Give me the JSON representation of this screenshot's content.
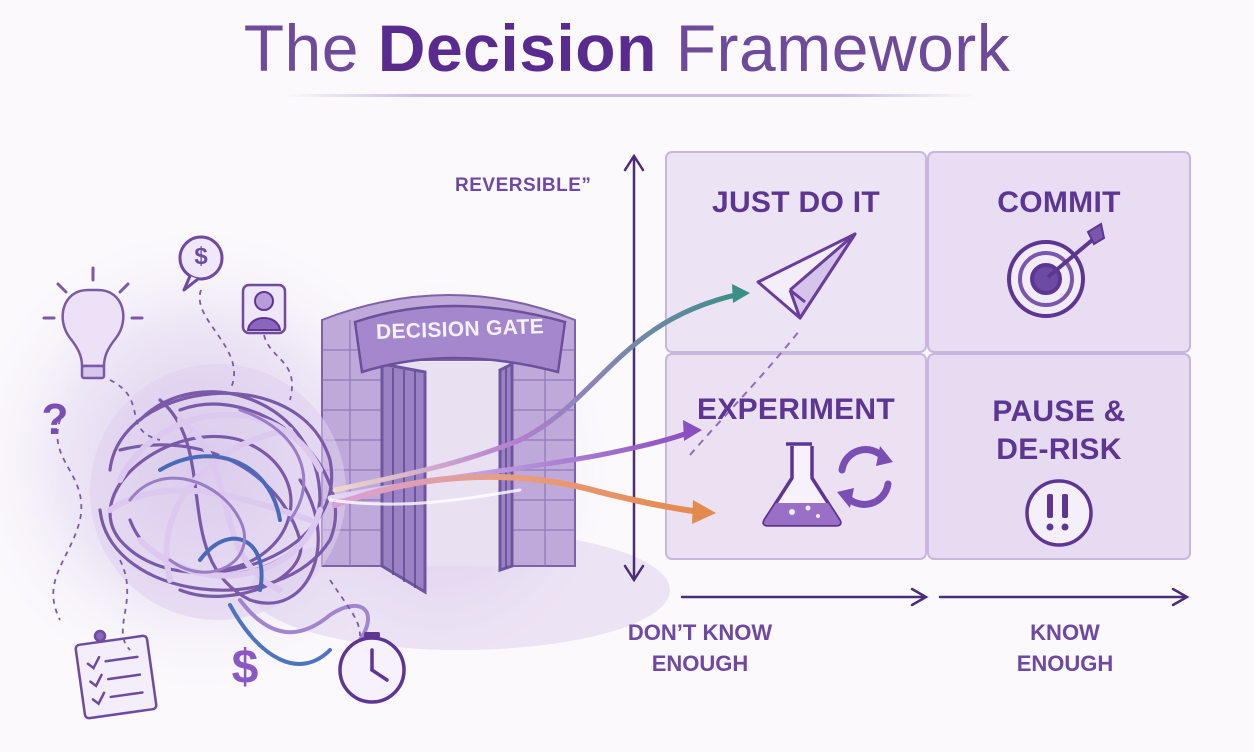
{
  "title": {
    "part1": "The",
    "part2": "Decision",
    "part3": "Framework"
  },
  "gate": {
    "sign": "DECISION GATE"
  },
  "axes": {
    "y_label": "REVERSIBLE”",
    "x_left_line1": "DON’T KNOW",
    "x_left_line2": "ENOUGH",
    "x_right_line1": "KNOW",
    "x_right_line2": "ENOUGH"
  },
  "quadrants": {
    "top_left": {
      "label": "JUST DO IT",
      "icon": "paper-plane-icon"
    },
    "top_right": {
      "label": "COMMIT",
      "icon": "target-icon"
    },
    "bottom_left": {
      "label": "EXPERIMENT",
      "icon": "flask-icon"
    },
    "bottom_right": {
      "label_line1": "PAUSE &",
      "label_line2": "DE-RISK",
      "icon": "warning-icon"
    }
  },
  "left_icons": {
    "money_bubble": "$",
    "question": "?",
    "dollar": "$"
  },
  "colors": {
    "primary": "#5a2b8e",
    "accent": "#8e6cc0",
    "panel": "#ece3f4",
    "arrow_teal": "#3c8f86",
    "arrow_orange": "#e48a4e",
    "arrow_purple": "#8a4fc0"
  }
}
